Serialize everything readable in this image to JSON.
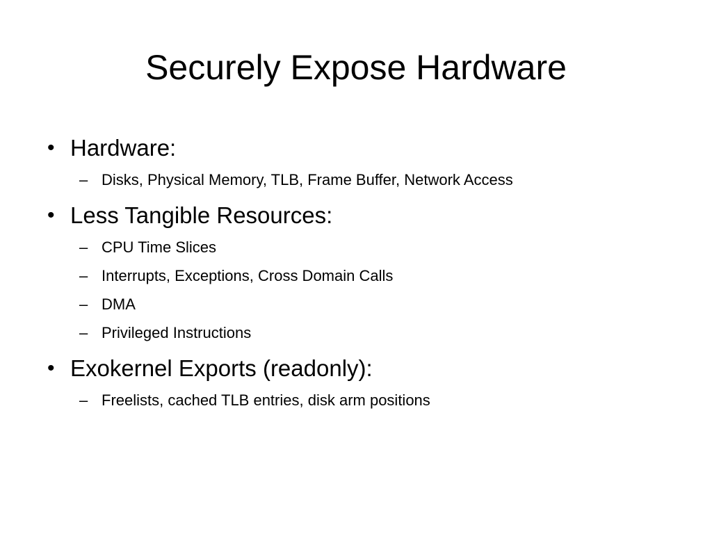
{
  "slide": {
    "title": "Securely Expose Hardware",
    "bullet_glyph": "•",
    "sub_glyph": "–",
    "bullets": [
      {
        "text": "Hardware:",
        "subs": [
          "Disks, Physical Memory, TLB, Frame Buffer, Network Access"
        ]
      },
      {
        "text": "Less Tangible Resources:",
        "subs": [
          "CPU Time Slices",
          "Interrupts, Exceptions, Cross Domain Calls",
          "DMA",
          "Privileged Instructions"
        ]
      },
      {
        "text": "Exokernel Exports (readonly):",
        "subs": [
          "Freelists, cached TLB entries, disk arm positions"
        ]
      }
    ]
  }
}
